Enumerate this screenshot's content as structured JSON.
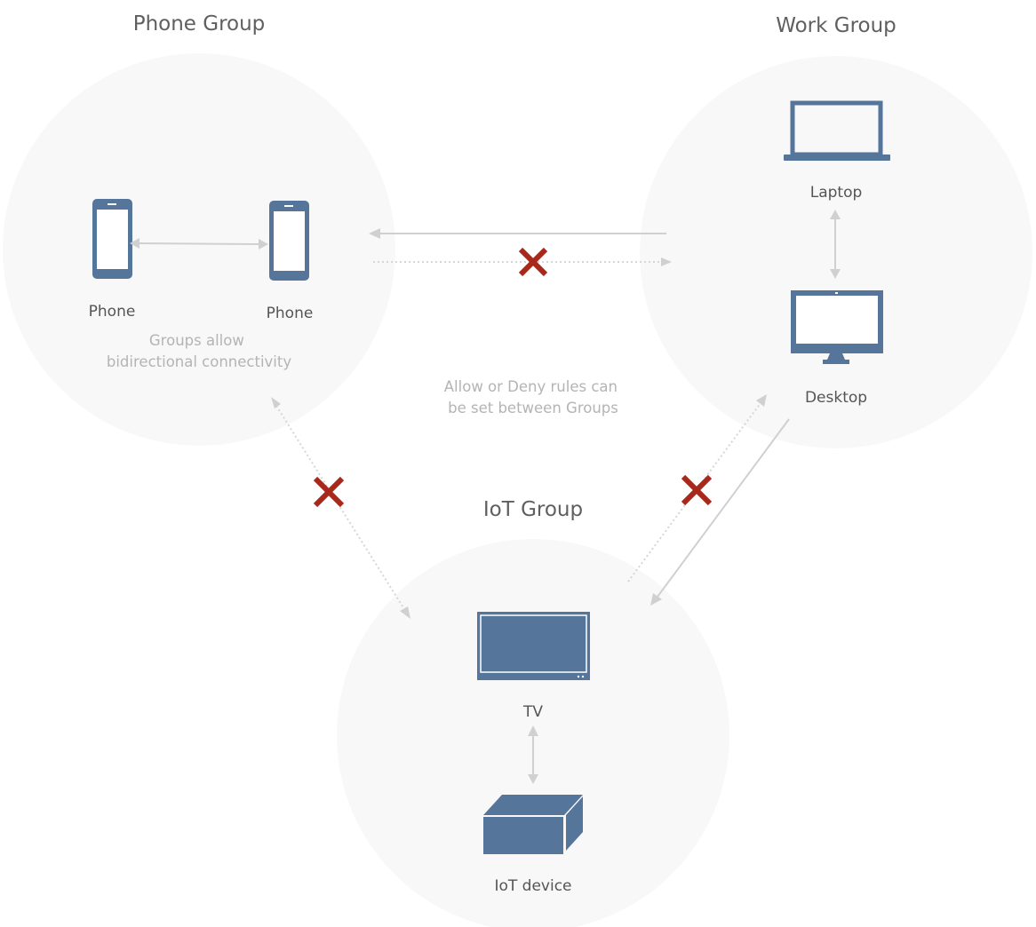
{
  "groups": {
    "phone": {
      "title": "Phone Group",
      "note_line1": "Groups allow",
      "note_line2": "bidirectional connectivity"
    },
    "work": {
      "title": "Work Group"
    },
    "iot": {
      "title": "IoT Group"
    }
  },
  "devices": {
    "phone_a": {
      "label": "Phone",
      "icon": "phone-icon"
    },
    "phone_b": {
      "label": "Phone",
      "icon": "phone-icon"
    },
    "laptop": {
      "label": "Laptop",
      "icon": "laptop-icon"
    },
    "desktop": {
      "label": "Desktop",
      "icon": "desktop-icon"
    },
    "tv": {
      "label": "TV",
      "icon": "tv-icon"
    },
    "iot_device": {
      "label": "IoT device",
      "icon": "box-icon"
    }
  },
  "center_note": {
    "line1": "Allow or Deny rules can",
    "line2": "be set between Groups"
  },
  "colors": {
    "device": "#55759b",
    "deny": "#a8291c",
    "group_fill": "#f8f8f8",
    "connector": "#d0d0d0"
  }
}
